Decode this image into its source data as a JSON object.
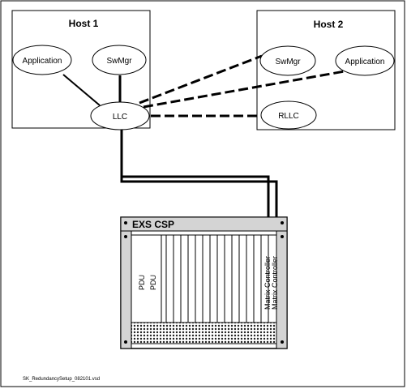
{
  "hosts": {
    "host1": {
      "title": "Host 1",
      "application": "Application",
      "swmgr": "SwMgr",
      "llc": "LLC"
    },
    "host2": {
      "title": "Host 2",
      "swmgr": "SwMgr",
      "application": "Application",
      "rllc": "RLLC"
    }
  },
  "chassis": {
    "title": "EXS CSP",
    "pdu_labels": [
      "PDU",
      "PDU"
    ],
    "matrix_labels": [
      "Matrix Controller",
      "Matrix Controller"
    ]
  },
  "footer": {
    "filename": "SK_RedundancySetup_082101.vsd"
  },
  "colors": {
    "line": "#000000",
    "chassis_header": "#d4d4d4",
    "background": "#ffffff"
  }
}
